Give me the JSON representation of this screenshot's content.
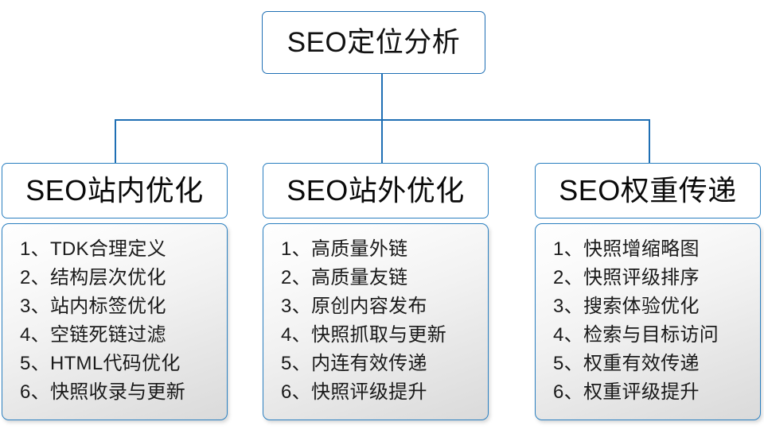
{
  "diagram": {
    "type": "organization-tree",
    "root": {
      "label": "SEO定位分析"
    },
    "theme": {
      "line_color": "#1f6fb4",
      "box_border_color": "#2a7fc0",
      "header_fill": "#ffffff",
      "body_fill_top": "#fefefe",
      "body_fill_bottom": "#dadada",
      "text_color": "#111111",
      "page_background": "#ffffff"
    },
    "columns": [
      {
        "header": "SEO站内优化",
        "items": [
          "1、TDK合理定义",
          "2、结构层次优化",
          "3、站内标签优化",
          "4、空链死链过滤",
          "5、HTML代码优化",
          "6、快照收录与更新"
        ]
      },
      {
        "header": "SEO站外优化",
        "items": [
          "1、高质量外链",
          "2、高质量友链",
          "3、原创内容发布",
          "4、快照抓取与更新",
          "5、内连有效传递",
          "6、快照评级提升"
        ]
      },
      {
        "header": "SEO权重传递",
        "items": [
          "1、快照增缩略图",
          "2、快照评级排序",
          "3、搜索体验优化",
          "4、检索与目标访问",
          "5、权重有效传递",
          "6、权重评级提升"
        ]
      }
    ]
  }
}
